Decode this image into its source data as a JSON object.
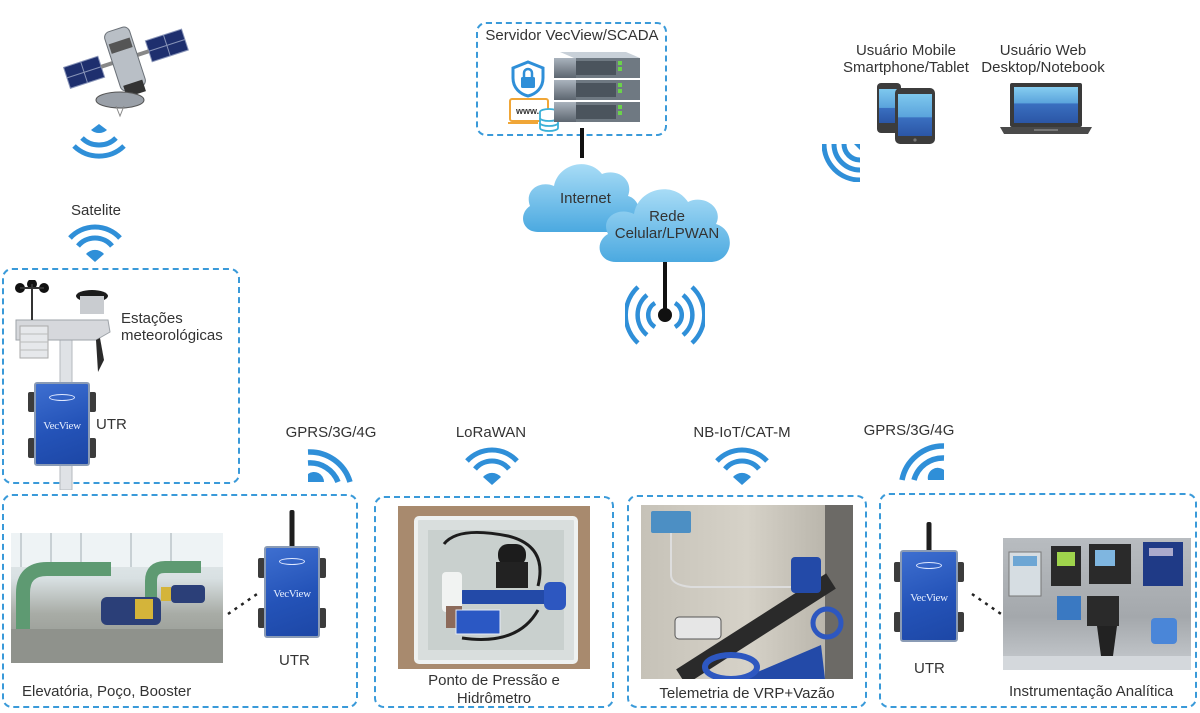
{
  "diagram": {
    "title": "VecView telemetry architecture",
    "accent_color": "#3a9ad9",
    "wire_color": "#111111",
    "top": {
      "server": {
        "label": "Servidor VecView/SCADA",
        "icons": [
          "shield-lock-icon",
          "www-browser-icon",
          "database-icon",
          "server-rack-icon"
        ]
      },
      "internet_cloud": {
        "label": "Internet"
      },
      "cellular_cloud": {
        "label_line1": "Rede",
        "label_line2": "Celular/LPWAN"
      },
      "mobile_user": {
        "label_line1": "Usuário Mobile",
        "label_line2": "Smartphone/Tablet"
      },
      "web_user": {
        "label_line1": "Usuário Web",
        "label_line2": "Desktop/Notebook"
      }
    },
    "satellite": {
      "label": "Satelite"
    },
    "weather_station": {
      "label_line1": "Estações",
      "label_line2": "meteorológicas",
      "utr_label": "UTR",
      "utr_brand": "VecView"
    },
    "sites": [
      {
        "id": "elevatoria",
        "link": "GPRS/3G/4G",
        "caption": "Elevatória, Poço, Booster",
        "utr_label": "UTR",
        "utr_brand": "VecView"
      },
      {
        "id": "ponto-pressao",
        "link": "LoRaWAN",
        "caption_line1": "Ponto de Pressão e",
        "caption_line2": "Hidrômetro"
      },
      {
        "id": "vrp",
        "link": "NB-IoT/CAT-M",
        "caption": "Telemetria de VRP+Vazão"
      },
      {
        "id": "instrumentacao",
        "link": "GPRS/3G/4G",
        "caption": "Instrumentação Analítica",
        "utr_label": "UTR",
        "utr_brand": "VecView"
      }
    ]
  }
}
